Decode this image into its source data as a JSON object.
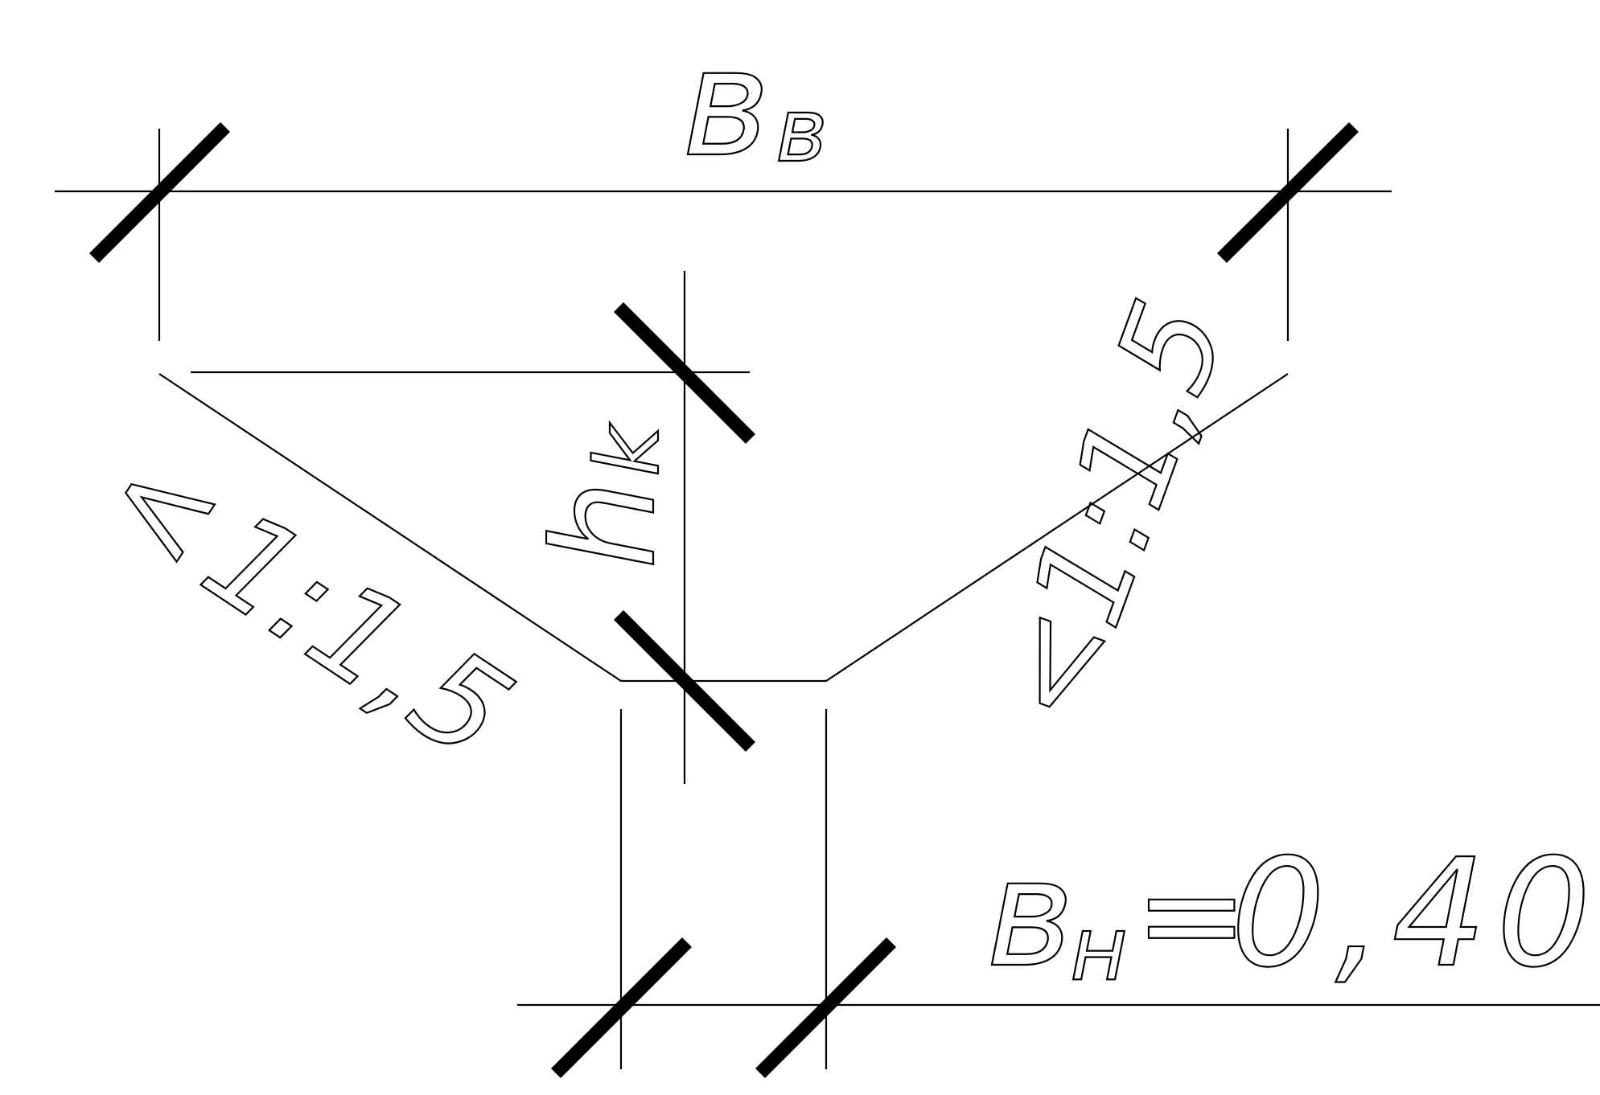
{
  "labels": {
    "top_width": {
      "main": "в",
      "sub": "в"
    },
    "depth": {
      "main": "h",
      "sub": "k"
    },
    "slope_left": {
      "prefix": "<",
      "value": "1:1,5"
    },
    "slope_right": {
      "prefix": "<",
      "value": "1:1,5"
    },
    "bottom_width": {
      "main": "в",
      "sub": "н",
      "equals": "=",
      "value": "0,40"
    }
  },
  "colors": {
    "line": "#000000",
    "background": "#ffffff"
  }
}
